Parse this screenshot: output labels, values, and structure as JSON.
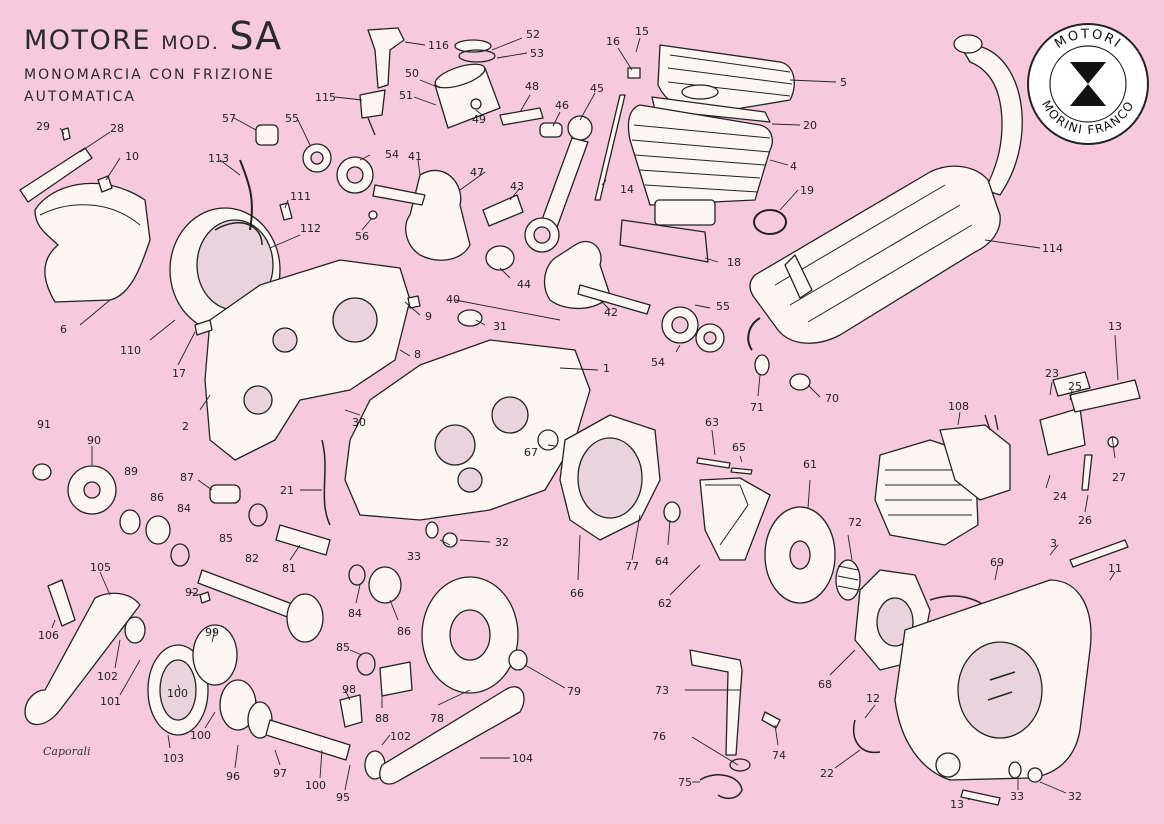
{
  "title": {
    "line1_a": "MOTORE",
    "line1_b": "MOD.",
    "line1_c": "SA",
    "line2": "MONOMARCIA CON FRIZIONE",
    "line3": "AUTOMATICA"
  },
  "signature": "Caporali",
  "seal": {
    "top_text": "MOTORI",
    "bottom_text": "MORINI FRANCO"
  },
  "labels": [
    {
      "id": "l116",
      "text": "116"
    },
    {
      "id": "l52",
      "text": "52"
    },
    {
      "id": "l53",
      "text": "53"
    },
    {
      "id": "l16",
      "text": "16"
    },
    {
      "id": "l15",
      "text": "15"
    },
    {
      "id": "l5",
      "text": "5"
    },
    {
      "id": "l50",
      "text": "50"
    },
    {
      "id": "l51",
      "text": "51"
    },
    {
      "id": "l115",
      "text": "115"
    },
    {
      "id": "l48",
      "text": "48"
    },
    {
      "id": "l45",
      "text": "45"
    },
    {
      "id": "l46",
      "text": "46"
    },
    {
      "id": "l49",
      "text": "49"
    },
    {
      "id": "l20",
      "text": "20"
    },
    {
      "id": "l4",
      "text": "4"
    },
    {
      "id": "l29",
      "text": "29"
    },
    {
      "id": "l28",
      "text": "28"
    },
    {
      "id": "l57",
      "text": "57"
    },
    {
      "id": "l55a",
      "text": "55"
    },
    {
      "id": "l54a",
      "text": "54"
    },
    {
      "id": "l41",
      "text": "41"
    },
    {
      "id": "l47",
      "text": "47"
    },
    {
      "id": "l43",
      "text": "43"
    },
    {
      "id": "l14",
      "text": "14"
    },
    {
      "id": "l19",
      "text": "19"
    },
    {
      "id": "l10",
      "text": "10"
    },
    {
      "id": "l113",
      "text": "113"
    },
    {
      "id": "l111",
      "text": "111"
    },
    {
      "id": "l56",
      "text": "56"
    },
    {
      "id": "l18",
      "text": "18"
    },
    {
      "id": "l114",
      "text": "114"
    },
    {
      "id": "l112",
      "text": "112"
    },
    {
      "id": "l44",
      "text": "44"
    },
    {
      "id": "l40",
      "text": "40"
    },
    {
      "id": "l9",
      "text": "9"
    },
    {
      "id": "l6",
      "text": "6"
    },
    {
      "id": "l42",
      "text": "42"
    },
    {
      "id": "l31",
      "text": "31"
    },
    {
      "id": "l55b",
      "text": "55"
    },
    {
      "id": "l110",
      "text": "110"
    },
    {
      "id": "l17",
      "text": "17"
    },
    {
      "id": "l8",
      "text": "8"
    },
    {
      "id": "l54b",
      "text": "54"
    },
    {
      "id": "l1",
      "text": "1"
    },
    {
      "id": "l13a",
      "text": "13"
    },
    {
      "id": "l23",
      "text": "23"
    },
    {
      "id": "l25",
      "text": "25"
    },
    {
      "id": "l71",
      "text": "71"
    },
    {
      "id": "l70",
      "text": "70"
    },
    {
      "id": "l2",
      "text": "2"
    },
    {
      "id": "l30",
      "text": "30"
    },
    {
      "id": "l108",
      "text": "108"
    },
    {
      "id": "l91",
      "text": "91"
    },
    {
      "id": "l90",
      "text": "90"
    },
    {
      "id": "l63",
      "text": "63"
    },
    {
      "id": "l65",
      "text": "65"
    },
    {
      "id": "l67",
      "text": "67"
    },
    {
      "id": "l27",
      "text": "27"
    },
    {
      "id": "l61",
      "text": "61"
    },
    {
      "id": "l24",
      "text": "24"
    },
    {
      "id": "l89",
      "text": "89"
    },
    {
      "id": "l87",
      "text": "87"
    },
    {
      "id": "l21",
      "text": "21"
    },
    {
      "id": "l86a",
      "text": "86"
    },
    {
      "id": "l84a",
      "text": "84"
    },
    {
      "id": "l85a",
      "text": "85"
    },
    {
      "id": "l26",
      "text": "26"
    },
    {
      "id": "l72",
      "text": "72"
    },
    {
      "id": "l33a",
      "text": "33"
    },
    {
      "id": "l32a",
      "text": "32"
    },
    {
      "id": "l3",
      "text": "3"
    },
    {
      "id": "l64",
      "text": "64"
    },
    {
      "id": "l77",
      "text": "77"
    },
    {
      "id": "l81",
      "text": "81"
    },
    {
      "id": "l82",
      "text": "82"
    },
    {
      "id": "l66",
      "text": "66"
    },
    {
      "id": "l105",
      "text": "105"
    },
    {
      "id": "l69",
      "text": "69"
    },
    {
      "id": "l11",
      "text": "11"
    },
    {
      "id": "l62",
      "text": "62"
    },
    {
      "id": "l92",
      "text": "92"
    },
    {
      "id": "l84b",
      "text": "84"
    },
    {
      "id": "l86b",
      "text": "86"
    },
    {
      "id": "l106",
      "text": "106"
    },
    {
      "id": "l99",
      "text": "99"
    },
    {
      "id": "l85b",
      "text": "85"
    },
    {
      "id": "l102a",
      "text": "102"
    },
    {
      "id": "l68",
      "text": "68"
    },
    {
      "id": "l79",
      "text": "79"
    },
    {
      "id": "l101",
      "text": "101"
    },
    {
      "id": "l100a",
      "text": "100"
    },
    {
      "id": "l73",
      "text": "73"
    },
    {
      "id": "l98",
      "text": "98"
    },
    {
      "id": "l88",
      "text": "88"
    },
    {
      "id": "l12",
      "text": "12"
    },
    {
      "id": "l78",
      "text": "78"
    },
    {
      "id": "l100b",
      "text": "100"
    },
    {
      "id": "l103",
      "text": "103"
    },
    {
      "id": "l102b",
      "text": "102"
    },
    {
      "id": "l74",
      "text": "74"
    },
    {
      "id": "l76",
      "text": "76"
    },
    {
      "id": "l104",
      "text": "104"
    },
    {
      "id": "l96",
      "text": "96"
    },
    {
      "id": "l97",
      "text": "97"
    },
    {
      "id": "l22",
      "text": "22"
    },
    {
      "id": "l100c",
      "text": "100"
    },
    {
      "id": "l95",
      "text": "95"
    },
    {
      "id": "l75",
      "text": "75"
    },
    {
      "id": "l13b",
      "text": "13"
    },
    {
      "id": "l33b",
      "text": "33"
    },
    {
      "id": "l32b",
      "text": "32"
    }
  ]
}
